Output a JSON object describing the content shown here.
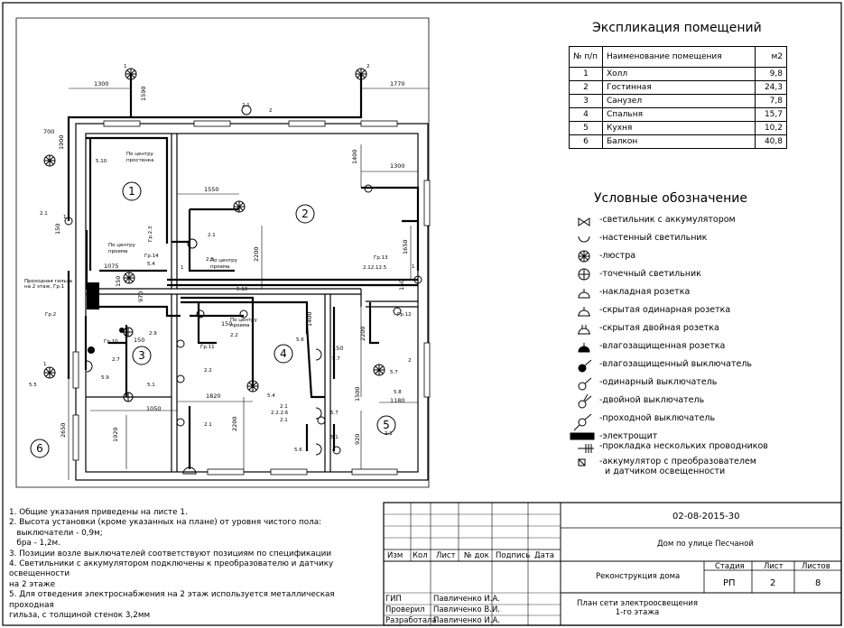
{
  "explication": {
    "title": "Экспликация помещений",
    "headers": [
      "№ п/п",
      "Наименование помещения",
      "м2"
    ],
    "rows": [
      [
        "1",
        "Холл",
        "9,8"
      ],
      [
        "2",
        "Гостинная",
        "24,3"
      ],
      [
        "3",
        "Санузел",
        "7,8"
      ],
      [
        "4",
        "Спальня",
        "15,7"
      ],
      [
        "5",
        "Кухня",
        "10,2"
      ],
      [
        "6",
        "Балкон",
        "40,8"
      ]
    ]
  },
  "legend": {
    "title": "Условные обозначение",
    "items": [
      {
        "icon": "emergency-light-icon",
        "label": "-светильник с аккумулятором"
      },
      {
        "icon": "wall-lamp-icon",
        "label": "-настенный светильник"
      },
      {
        "icon": "chandelier-icon",
        "label": "-люстра"
      },
      {
        "icon": "spot-light-icon",
        "label": "-точечный светильник"
      },
      {
        "icon": "surface-socket-icon",
        "label": "-накладная розетка"
      },
      {
        "icon": "hidden-single-socket-icon",
        "label": "-скрытая одинарная розетка"
      },
      {
        "icon": "hidden-double-socket-icon",
        "label": "-скрытая двойная розетка"
      },
      {
        "icon": "waterproof-socket-icon",
        "label": "-влагозащищенная розетка"
      },
      {
        "icon": "waterproof-switch-icon",
        "label": "-влагозащищенный выключатель"
      },
      {
        "icon": "single-switch-icon",
        "label": "-одинарный выключатель"
      },
      {
        "icon": "double-switch-icon",
        "label": "-двойной выключатель"
      },
      {
        "icon": "pass-switch-icon",
        "label": "-проходной выключатель"
      },
      {
        "icon": "electrical-panel-icon",
        "label": "-электрощит"
      },
      {
        "icon": "multi-wire-icon",
        "label": "-прокладка нескольких проводников"
      },
      {
        "icon": "battery-converter-icon",
        "label": "-аккумулятор с преобразователем\n  и датчиком освещенности"
      }
    ]
  },
  "plan": {
    "rooms": [
      "1",
      "2",
      "3",
      "4",
      "5",
      "6"
    ],
    "dims": {
      "d1300a": "1300",
      "d1590": "1590",
      "d1770": "1770",
      "d700": "700",
      "d1900": "1900",
      "d1400a": "1400",
      "d1300b": "1300",
      "d1550": "1550",
      "d2200a": "2200",
      "d1650": "1650",
      "d1075": "1075",
      "d150a": "150",
      "d970": "970",
      "d150b": "150",
      "d150c": "150",
      "d150d": "150",
      "d150e": "150",
      "d1400b": "1400",
      "d2200b": "2200",
      "d150f": "150",
      "d1500": "1500",
      "d1820": "1820",
      "d1050": "1050",
      "d1920": "1920",
      "d2200c": "2200",
      "d2650": "2650",
      "d920": "920",
      "d1180": "1180"
    },
    "labels": {
      "l2_1a": "2.1",
      "l2": "2",
      "l5_10a": "5.10",
      "center1": "По центру",
      "center1b": "простенка",
      "l1_top": "1",
      "l2_top": "2",
      "l2_1b": "2.1",
      "l1_left": "1",
      "gr23": "Гр.2.3",
      "center2": "По центру",
      "center2b": "проема",
      "l2_1c": "2.1",
      "gr14": "Гр.14",
      "center3": "По центру",
      "center3b": "проема",
      "gr13": "Гр.13",
      "l2121125": "2.12.12.5",
      "l1_r": "1",
      "pass1": "Проходная гильза",
      "pass2": "на 2 этаж, Гр.1",
      "l5_4": "5.4",
      "l2_1d": "2.1",
      "l1_5": "1",
      "l5_10b": "5.10",
      "center4": "По центру",
      "center4b": "проема",
      "gr12": "Гр.12",
      "gr2": "Гр.2",
      "gr10": "Гр.10",
      "gr11": "Гр.11",
      "l2_9": "2.9",
      "l2_2a": "2.2",
      "l2_7": "2.7",
      "l5_9": "5.9",
      "l2_2b": "2.2",
      "l5_6a": "5.6",
      "l5_7a": "5.7",
      "l5_7b": "5.7",
      "l2_top5": "2",
      "l5_1a": "5.1",
      "l5_4b": "5.4",
      "l2_1e": "2.1",
      "l2226": "2.2.2.6",
      "l2_1f": "2.1",
      "l5_8": "5.8",
      "l5_1b": "5.1",
      "l2_1g": "2.1",
      "l5_7c": "5.7",
      "l5_6b": "5.6",
      "l1_bl": "1",
      "l5_5": "5.5",
      "l2_1h": "2.1"
    }
  },
  "notes": [
    "1. Общие указания приведены на листе 1.",
    "2. Высота установки (кроме указанных на плане) от уровня чистого пола:",
    "   выключатели - 0,9м;",
    "   бра - 1,2м.",
    "3. Позиции возле выключателей соответствуют позициям по спецификации",
    "4. Светильники с аккумулятором подключены к преобразователю и датчику освещенности",
    "на 2 этаже",
    "5. Для отведения электроснабжения на 2 этаж используется металлическая проходная",
    "гильза, с толщиной стенок 3,2мм"
  ],
  "title_block": {
    "code": "02-08-2015-30",
    "object": "Дом по улице Песчаной",
    "project": "Реконструкция дома",
    "sheet_title": "План сети электроосвещения\n1-го этажа",
    "stage_label": "Стадия",
    "sheet_label": "Лист",
    "sheets_label": "Листов",
    "stage": "РП",
    "sheet": "2",
    "sheets": "8",
    "cols": [
      "Изм",
      "Кол",
      "Лист",
      "№ док",
      "Подпись",
      "Дата"
    ],
    "people": [
      {
        "role": "ГИП",
        "name": "Павличенко И.А."
      },
      {
        "role": "Проверил",
        "name": "Павличенко В.И."
      },
      {
        "role": "Разработала",
        "name": "Павличенко И.А."
      }
    ]
  }
}
